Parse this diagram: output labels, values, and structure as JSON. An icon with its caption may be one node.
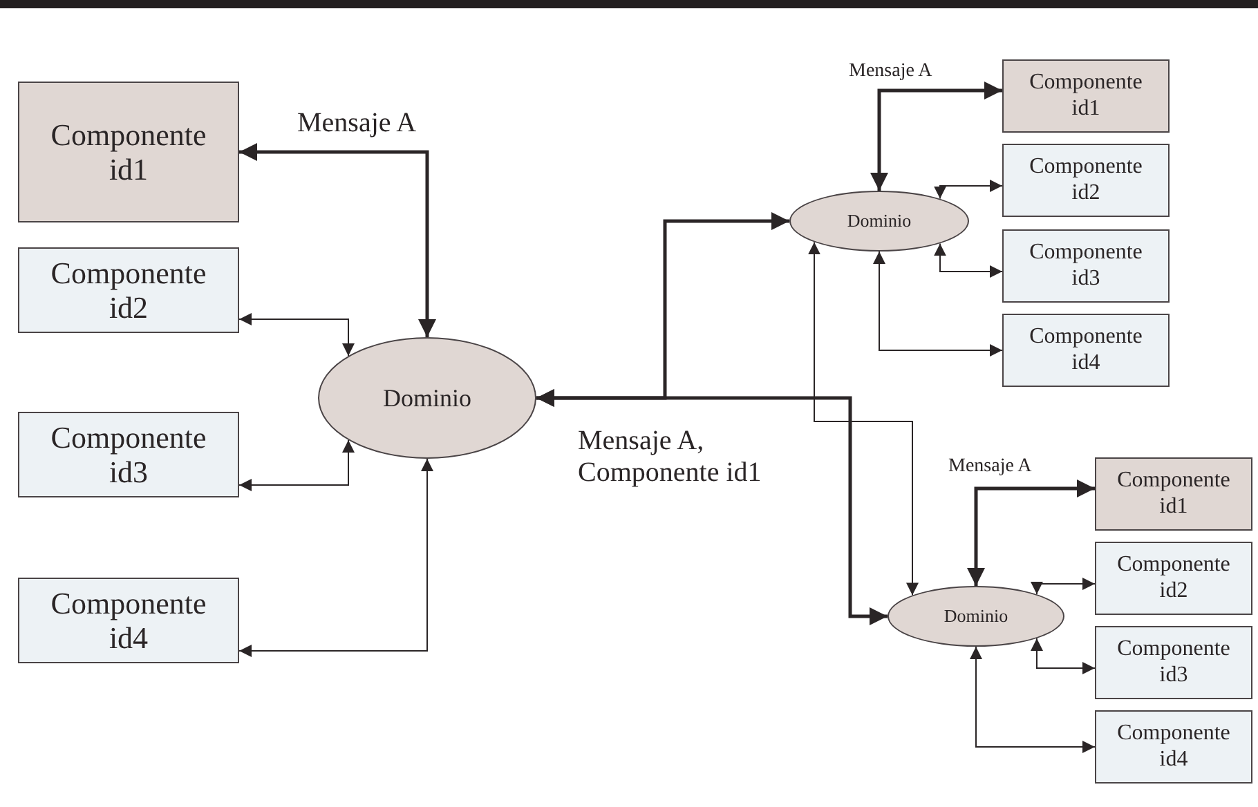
{
  "diagram": {
    "nodes": [
      {
        "text": [
          "Componente id1"
        ]
      },
      {
        "text": [
          "Componente id2"
        ]
      },
      {
        "text": [
          "Componente id3"
        ]
      },
      {
        "text": [
          "Componente id4"
        ]
      },
      {
        "text": [
          "Dominio"
        ]
      },
      {
        "text": [
          "Dominio"
        ]
      },
      {
        "text": [
          "Componente id1"
        ]
      },
      {
        "text": [
          "Componente id2"
        ]
      },
      {
        "text": [
          "Componente id3"
        ]
      },
      {
        "text": [
          "Componente id4"
        ]
      },
      {
        "text": [
          "Dominio"
        ]
      },
      {
        "text": [
          "Componente id1"
        ]
      },
      {
        "text": [
          "Componente id2"
        ]
      },
      {
        "text": [
          "Componente id3"
        ]
      },
      {
        "text": [
          "Componente id4"
        ]
      }
    ],
    "edges": [
      {
        "from": 4,
        "to": 0,
        "arrow": "both",
        "style": "thick",
        "label": "Mensaje A"
      },
      {
        "from": 4,
        "to": 1,
        "arrow": "both"
      },
      {
        "from": 4,
        "to": 2,
        "arrow": "both"
      },
      {
        "from": 4,
        "to": 3,
        "arrow": "both"
      },
      {
        "from": 4,
        "to": 5,
        "arrow": "both",
        "style": "thick"
      },
      {
        "from": 4,
        "to": 10,
        "arrow": "both",
        "style": "thick",
        "label": "Mensaje A, Componente id1"
      },
      {
        "from": 5,
        "to": 10,
        "arrow": "both"
      },
      {
        "from": 5,
        "to": 6,
        "arrow": "both",
        "style": "thick",
        "label": "Mensaje A"
      },
      {
        "from": 5,
        "to": 7,
        "arrow": "both"
      },
      {
        "from": 5,
        "to": 8,
        "arrow": "both"
      },
      {
        "from": 5,
        "to": 9,
        "arrow": "both"
      },
      {
        "from": 10,
        "to": 11,
        "arrow": "both",
        "style": "thick",
        "label": "Mensaje A"
      },
      {
        "from": 10,
        "to": 12,
        "arrow": "both"
      },
      {
        "from": 10,
        "to": 13,
        "arrow": "both"
      },
      {
        "from": 10,
        "to": 14,
        "arrow": "both"
      }
    ]
  }
}
